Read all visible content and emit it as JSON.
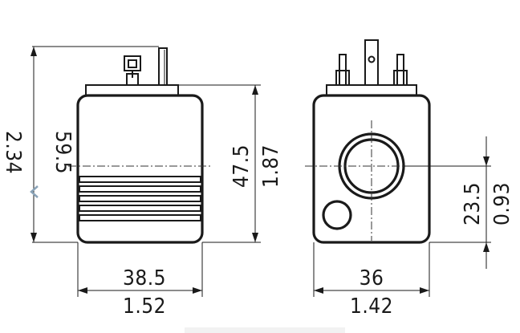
{
  "dimensions": {
    "left_view": {
      "height_mm": "59.5",
      "height_in": "2.34",
      "body_height_mm": "47.5",
      "body_height_in": "1.87",
      "width_mm": "38.5",
      "width_in": "1.52"
    },
    "right_view": {
      "center_height_mm": "23.5",
      "center_height_in": "0.93",
      "width_mm": "36",
      "width_in": "1.42"
    }
  },
  "icons": {
    "nav": "chevron-left-icon"
  }
}
